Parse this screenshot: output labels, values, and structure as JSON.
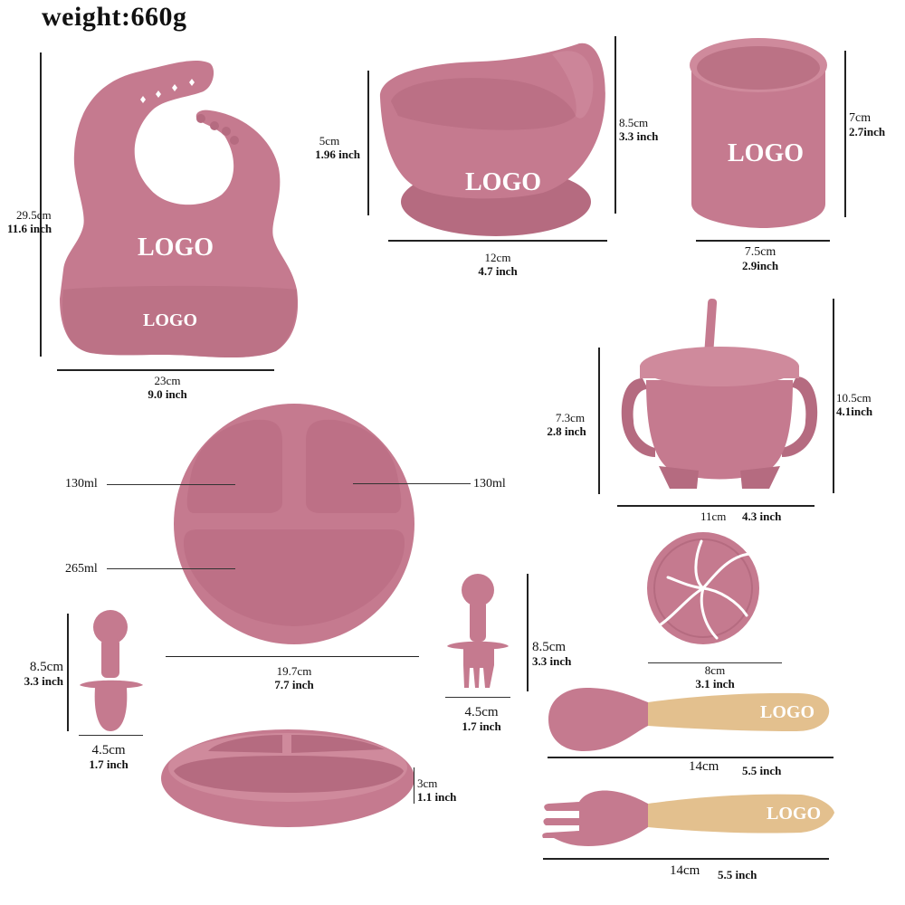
{
  "title": "weight:660g",
  "colors": {
    "silicone": "#c57a8f",
    "silicone_dark": "#b56b80",
    "wood": "#e3c08e",
    "logo_text": "#ffffff",
    "lines": "#222222"
  },
  "logo_text": "LOGO",
  "items": {
    "bib": {
      "height_cm": "29.5cm",
      "height_in": "11.6 inch",
      "width_cm": "23cm",
      "width_in": "9.0 inch",
      "logo_top": "LOGO",
      "logo_pocket": "LOGO"
    },
    "suction_bowl": {
      "height_cm": "5cm",
      "height_in": "1.96 inch",
      "total_height_cm": "8.5cm",
      "total_height_in": "3.3 inch",
      "width_cm": "12cm",
      "width_in": "4.7 inch",
      "logo": "LOGO"
    },
    "cup": {
      "height_cm": "7cm",
      "height_in": "2.7inch",
      "width_cm": "7.5cm",
      "width_in": "2.9inch",
      "logo": "LOGO"
    },
    "sippy_cup": {
      "body_height_cm": "7.3cm",
      "body_height_in": "2.8 inch",
      "total_height_cm": "10.5cm",
      "total_height_in": "4.1inch",
      "width_cm": "11cm",
      "width_in": "4.3 inch"
    },
    "snack_lid": {
      "width_cm": "8cm",
      "width_in": "3.1 inch"
    },
    "divided_plate": {
      "compartment_left": "130ml",
      "compartment_right": "130ml",
      "compartment_bottom": "265ml",
      "width_cm": "19.7cm",
      "width_in": "7.7 inch",
      "height_cm": "3cm",
      "height_in": "1.1 inch"
    },
    "training_spoon": {
      "height_cm": "8.5cm",
      "height_in": "3.3 inch",
      "width_cm": "4.5cm",
      "width_in": "1.7 inch"
    },
    "training_fork": {
      "height_cm": "8.5cm",
      "height_in": "3.3 inch",
      "width_cm": "4.5cm",
      "width_in": "1.7 inch"
    },
    "wooden_spoon": {
      "length_cm": "14cm",
      "length_in": "5.5 inch",
      "logo": "LOGO"
    },
    "wooden_fork": {
      "length_cm": "14cm",
      "length_in": "5.5 inch",
      "logo": "LOGO"
    }
  }
}
